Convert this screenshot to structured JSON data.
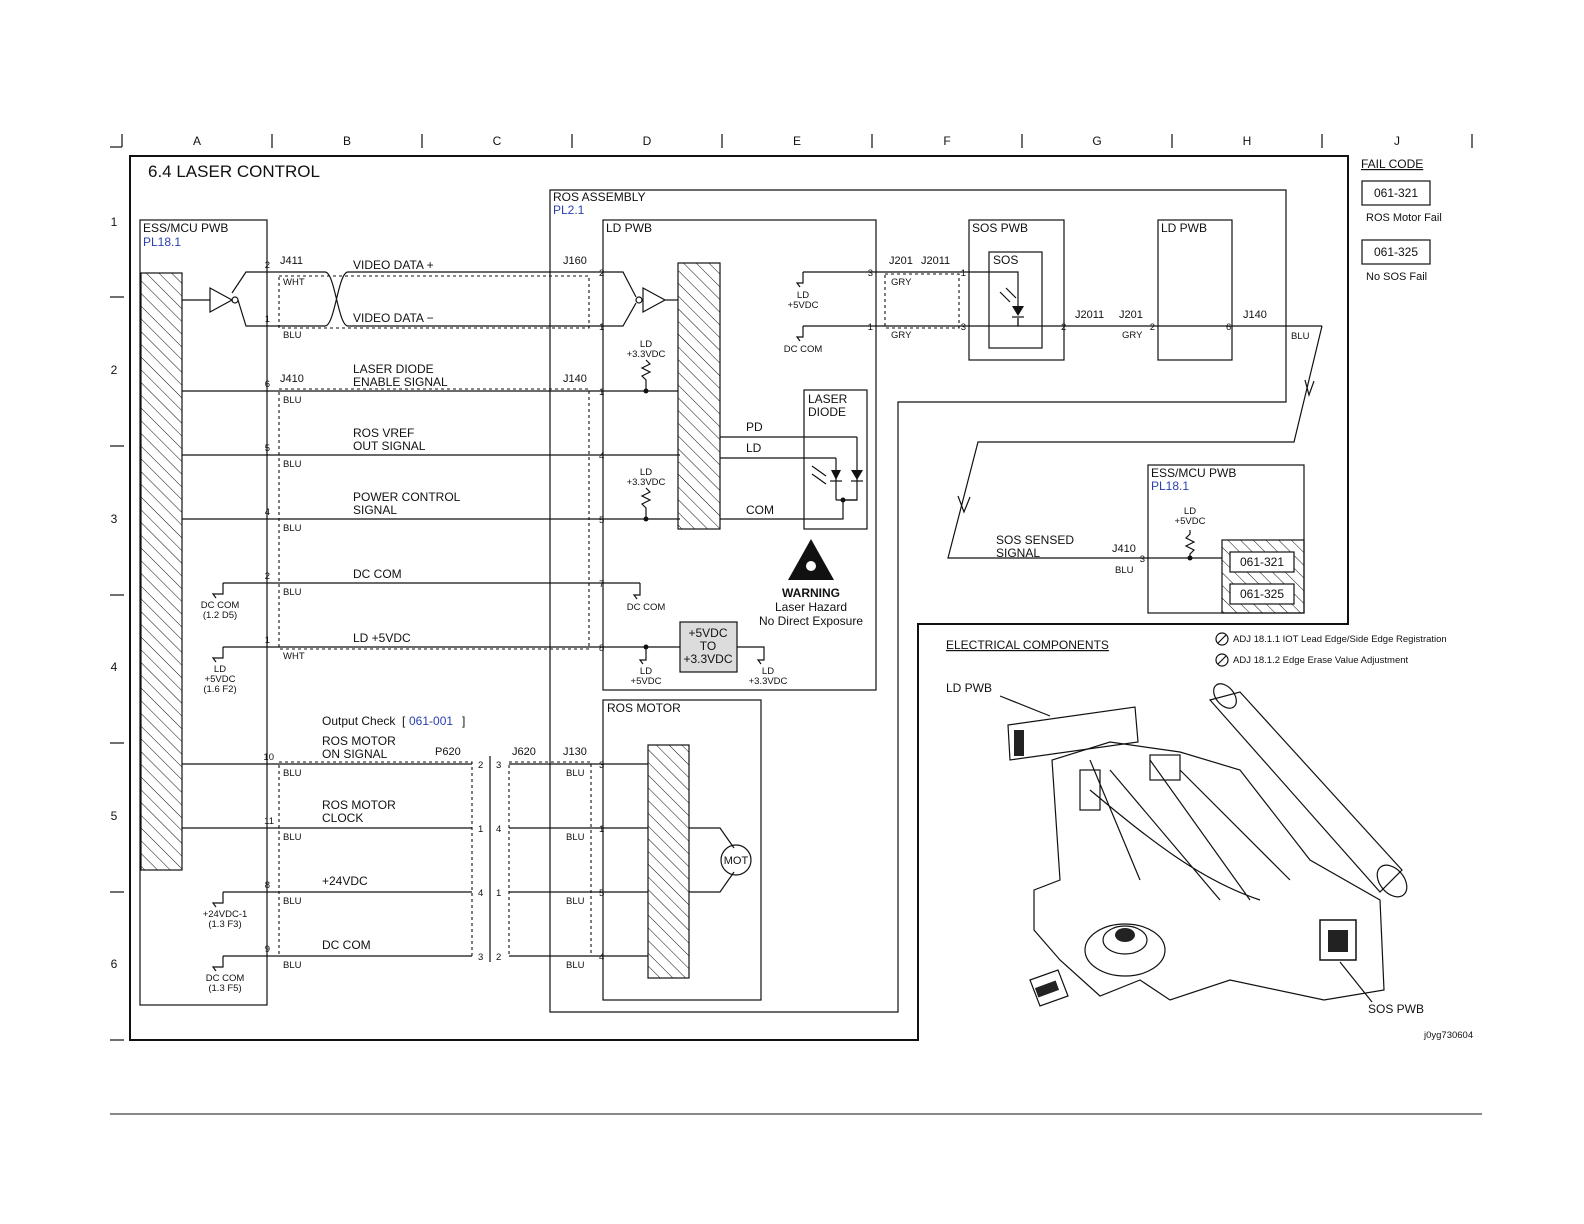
{
  "columns": [
    "A",
    "B",
    "C",
    "D",
    "E",
    "F",
    "G",
    "H",
    "J"
  ],
  "rows": [
    "1",
    "2",
    "3",
    "4",
    "5",
    "6"
  ],
  "title": "6.4 LASER CONTROL",
  "fail_code": {
    "heading": "FAIL CODE",
    "codes": [
      {
        "code": "061-321",
        "desc": "ROS Motor Fail"
      },
      {
        "code": "061-325",
        "desc": "No SOS Fail"
      }
    ]
  },
  "ess_mcu": {
    "name": "ESS/MCU PWB",
    "ref": "PL18.1"
  },
  "ros_assembly": {
    "name": "ROS ASSEMBLY",
    "ref": "PL2.1"
  },
  "ld_pwb_label": "LD PWB",
  "sos_pwb_label": "SOS PWB",
  "sos_label": "SOS",
  "laser_diode_label": [
    "LASER",
    "DIODE"
  ],
  "ros_motor_label": "ROS MOTOR",
  "mot_label": "MOT",
  "connectors": {
    "j411": "J411",
    "j410": "J410",
    "j160": "J160",
    "j140": "J140",
    "j201": "J201",
    "j2011": "J2011",
    "p620": "P620",
    "j620": "J620",
    "j130": "J130"
  },
  "signals": {
    "video_plus": "VIDEO DATA +",
    "video_minus": "VIDEO DATA −",
    "laser_enable": [
      "LASER DIODE",
      "ENABLE SIGNAL"
    ],
    "ros_vref": [
      "ROS VREF",
      "OUT SIGNAL"
    ],
    "power_control": [
      "POWER CONTROL",
      "SIGNAL"
    ],
    "dc_com": "DC COM",
    "ld_5vdc": "LD +5VDC",
    "ros_motor_on": [
      "ROS MOTOR",
      "ON SIGNAL"
    ],
    "ros_motor_clock": [
      "ROS MOTOR",
      "CLOCK"
    ],
    "v24": "+24VDC",
    "dc_com2": "DC COM",
    "sos_sensed": [
      "SOS SENSED",
      "SIGNAL"
    ],
    "pd": "PD",
    "ld": "LD",
    "com": "COM"
  },
  "wire_colors": {
    "wht": "WHT",
    "blu": "BLU",
    "gry": "GRY"
  },
  "pins": {
    "vp": "2",
    "vm": "1",
    "en": "6",
    "vref": "5",
    "pc": "4",
    "dc": "2",
    "ld5": "1",
    "mon": "10",
    "clk": "11",
    "p24": "8",
    "dc2": "9",
    "d_vp": "2",
    "d_vm": "1",
    "d_en": "1",
    "d_vref": "4",
    "d_pc": "5",
    "d_dc": "7",
    "d_ld5": "8",
    "p620_a": "2",
    "p620_b": "1",
    "p620_c": "4",
    "p620_d": "3",
    "j620_a": "3",
    "j620_b": "4",
    "j620_c": "1",
    "j620_d": "2",
    "j130_a": "3",
    "j130_b": "1",
    "j130_c": "5",
    "j130_d": "4",
    "f3": "3",
    "f1": "1",
    "sos1": "1",
    "sos3": "3",
    "sos2": "2",
    "g2": "2",
    "h6": "6",
    "j3": "3"
  },
  "power_refs": {
    "dc_com_a": [
      "DC COM",
      "(1.2 D5)"
    ],
    "ld_5v_a": [
      "LD",
      "+5VDC",
      "(1.6 F2)"
    ],
    "v24_a": [
      "+24VDC-1",
      "(1.3 F3)"
    ],
    "dc_com_a2": [
      "DC COM",
      "(1.3 F5)"
    ],
    "ld_33": [
      "LD",
      "+3.3VDC"
    ],
    "ld_5": [
      "LD",
      "+5VDC"
    ],
    "dc_com": "DC COM"
  },
  "converter": [
    "+5VDC",
    "TO",
    "+3.3VDC"
  ],
  "warning": [
    "WARNING",
    "Laser Hazard",
    "No Direct Exposure"
  ],
  "output_check": {
    "label": "Output Check",
    "code": "061-001"
  },
  "electrical_components": {
    "heading": "ELECTRICAL COMPONENTS",
    "ld_pwb": "LD PWB",
    "sos_pwb": "SOS PWB",
    "drawing_id": "j0yg730604"
  },
  "adjustments": [
    "ADJ 18.1.1 IOT Lead Edge/Side Edge Registration",
    "ADJ 18.1.2 Edge Erase Value Adjustment"
  ]
}
